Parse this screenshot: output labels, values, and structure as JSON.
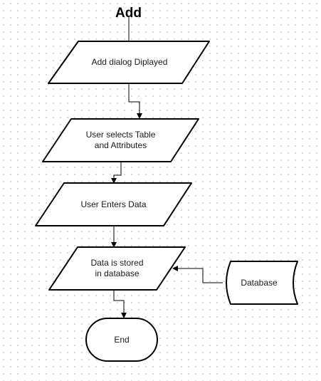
{
  "diagram": {
    "title": "Add",
    "nodes": [
      {
        "id": "n1",
        "shape": "parallelogram",
        "text": "Add dialog Diplayed"
      },
      {
        "id": "n2",
        "shape": "parallelogram",
        "text": "User selects Table\nand Attributes"
      },
      {
        "id": "n3",
        "shape": "parallelogram",
        "text": "User Enters Data"
      },
      {
        "id": "n4",
        "shape": "parallelogram",
        "text": "Data is stored\nin database"
      },
      {
        "id": "n5",
        "shape": "terminator",
        "text": "End"
      },
      {
        "id": "n6",
        "shape": "stored-data",
        "text": "Database"
      }
    ],
    "edges": [
      {
        "from": "title",
        "to": "n1"
      },
      {
        "from": "n1",
        "to": "n2"
      },
      {
        "from": "n2",
        "to": "n3"
      },
      {
        "from": "n3",
        "to": "n4"
      },
      {
        "from": "n4",
        "to": "n5"
      },
      {
        "from": "n6",
        "to": "n4"
      }
    ],
    "colors": {
      "stroke": "#000000",
      "fill": "#ffffff",
      "grid_dot": "#cfcfcf"
    }
  }
}
